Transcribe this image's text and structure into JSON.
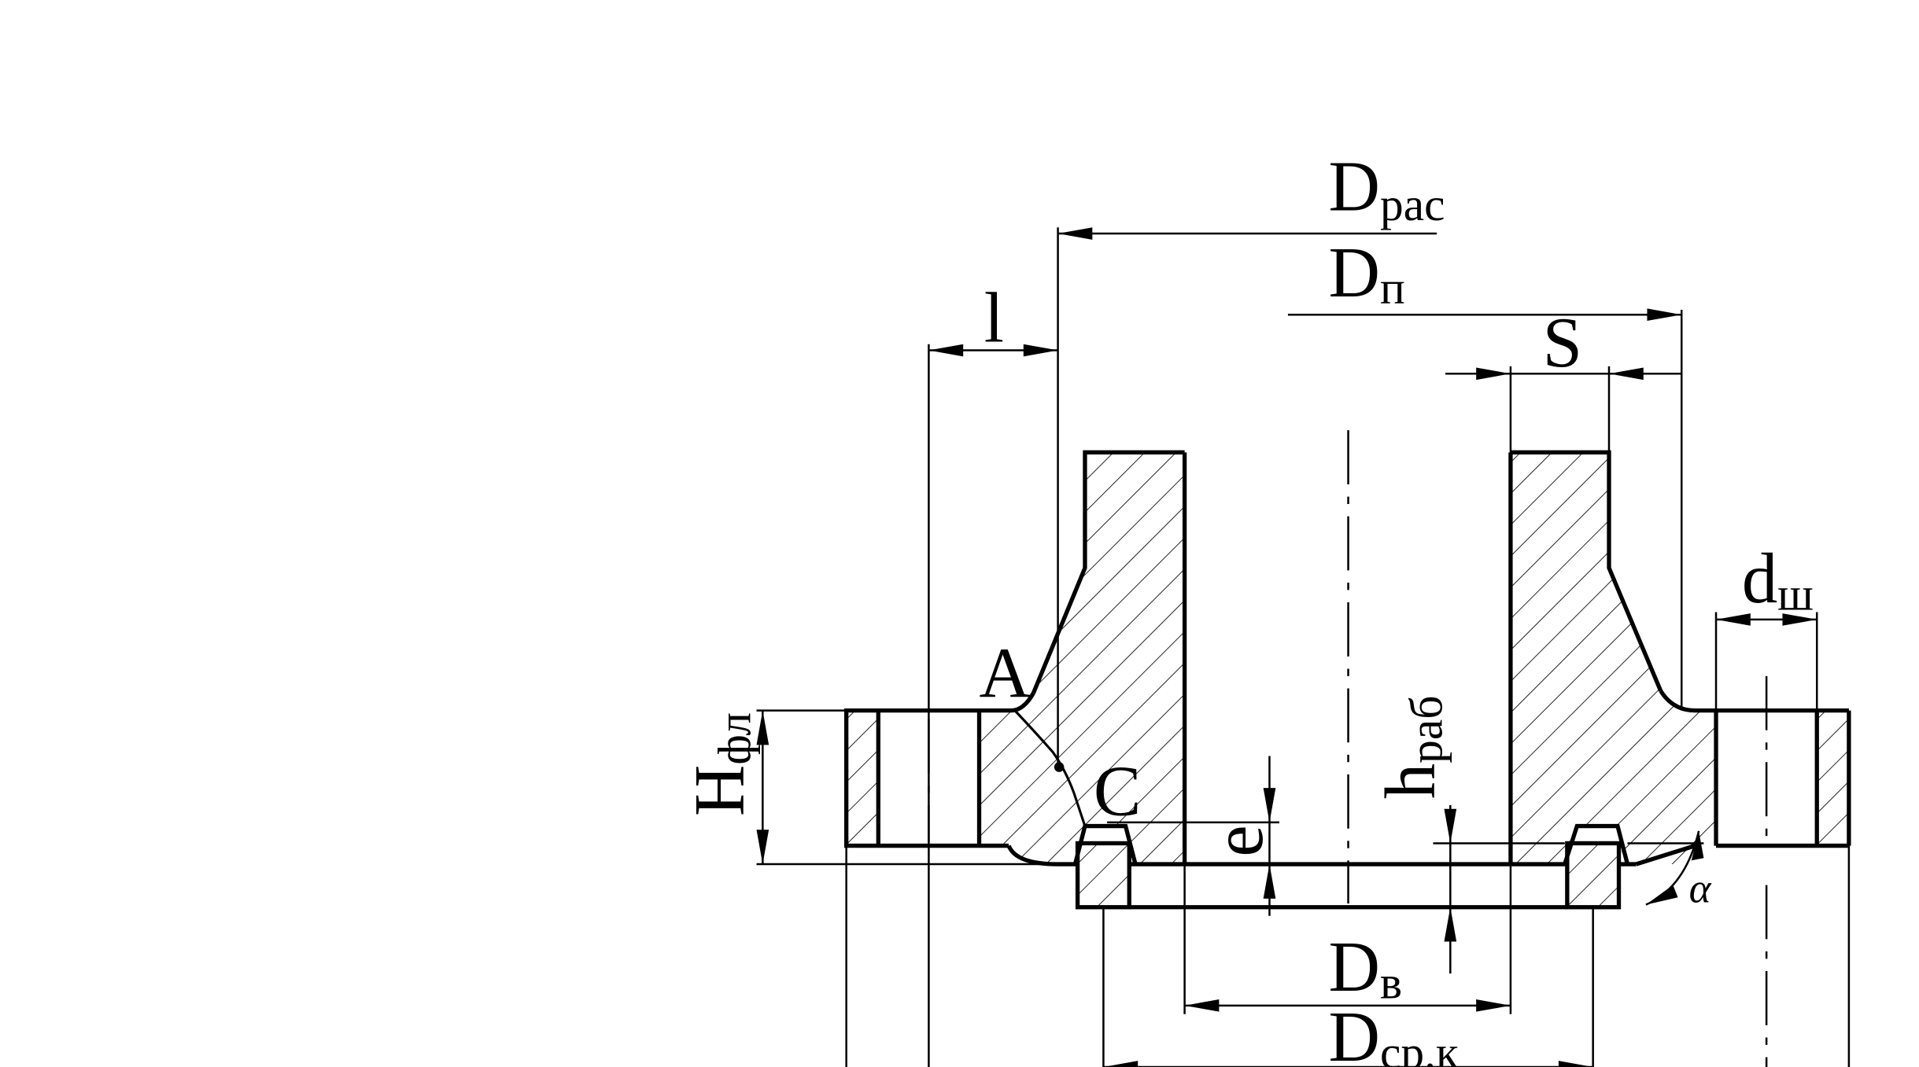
{
  "labels": {
    "d_ras_main": "D",
    "d_ras_sub": "рас",
    "d_p_main": "D",
    "d_p_sub": "п",
    "l": "l",
    "s": "S",
    "d_sh_main": "d",
    "d_sh_sub": "ш",
    "point_a": "A",
    "point_c": "C",
    "h_fl_main": "H",
    "h_fl_sub": "фл",
    "h_rab_main": "h",
    "h_rab_sub": "раб",
    "e": "e",
    "alpha": "α",
    "d_v_main": "D",
    "d_v_sub": "в",
    "d_srk_main": "D",
    "d_srk_sub": "ср.к"
  },
  "colors": {
    "line": "#000000",
    "background": "#ffffff"
  }
}
